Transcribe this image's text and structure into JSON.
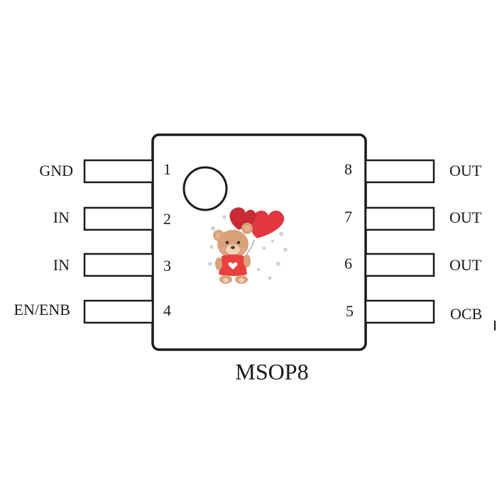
{
  "package": {
    "name": "MSOP8"
  },
  "pins": [
    {
      "number": "1",
      "label": "GND",
      "side": "left"
    },
    {
      "number": "2",
      "label": "IN",
      "side": "left"
    },
    {
      "number": "3",
      "label": "IN",
      "side": "left"
    },
    {
      "number": "4",
      "label": "EN/ENB",
      "side": "left"
    },
    {
      "number": "8",
      "label": "OUT",
      "side": "right"
    },
    {
      "number": "7",
      "label": "OUT",
      "side": "right"
    },
    {
      "number": "6",
      "label": "OUT",
      "side": "right"
    },
    {
      "number": "5",
      "label": "OCB",
      "side": "right"
    }
  ],
  "colors": {
    "outline": "#1a1a1a",
    "heart": "#e0363f",
    "bear": "#d9a27a",
    "shirt": "#e8403f"
  },
  "icons": {
    "watermark": "teddy-bear-with-heart-balloon-icon",
    "pin1_marker": "pin1-circle-icon"
  }
}
